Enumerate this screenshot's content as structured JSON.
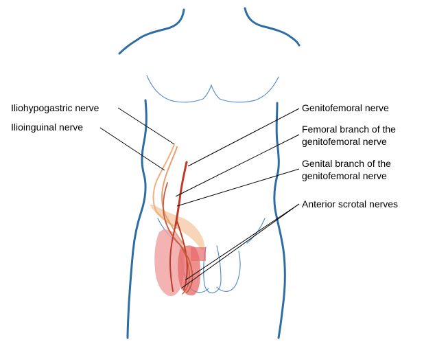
{
  "labels": {
    "iliohypogastric": "Iliohypogastric nerve",
    "ilioinguinal": "Ilioinguinal nerve",
    "genitofemoral": "Genitofemoral nerve",
    "femoral_branch_line1": "Femoral branch of the",
    "femoral_branch_line2": "genitofemoral nerve",
    "genital_branch_line1": "Genital branch of the",
    "genital_branch_line2": "genitofemoral nerve",
    "anterior_scrotal": "Anterior scrotal nerves"
  },
  "colors": {
    "body_outline": "#2e6da4",
    "body_detail": "#5a8fc8",
    "nerve_dark": "#c0392b",
    "nerve_light": "#e8a070",
    "skin_area_peach": "#f4c7a0",
    "skin_area_pink": "#f0a0a0",
    "skin_area_red": "#e86a6a",
    "leader_line": "#000000"
  }
}
